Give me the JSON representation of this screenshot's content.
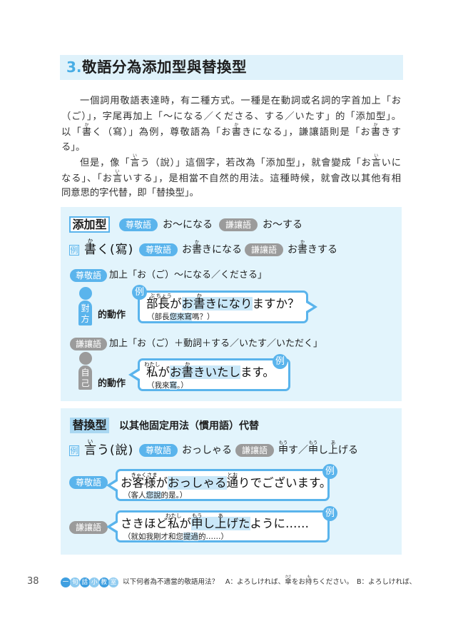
{
  "theme": {
    "accent": "#5ab4ec",
    "gray": "#9b9b9b",
    "panel": "#e2f4fc",
    "header": "#dff2fb",
    "highlight": "#c9e7f8",
    "tag": "#a9d7f1",
    "dark-circle": "#3f9fe0",
    "light-circle": "#8fcbf0",
    "number": "#48ade5"
  },
  "section": {
    "number": "3.",
    "title": "敬語分為添加型與替換型"
  },
  "intro": {
    "paragraphs": [
      [
        [
          "一個詞用敬語表達時，有二種方式。一種是在動詞或名詞的字首加上「お"
        ],
        [
          "（ご）」，字尾再加上「～になる／くださる、する／いたす」的「添加型」。"
        ],
        [
          "以「",
          {
            "t": "書",
            "r": "か"
          },
          "く（寫）」為例，尊敬語為「お",
          {
            "t": "書",
            "r": "か"
          },
          "きになる」，謙讓語則是「お",
          {
            "t": "書",
            "r": "か"
          },
          "きす"
        ],
        [
          "る」。"
        ]
      ],
      [
        [
          "但是，像「",
          {
            "t": "言",
            "r": "い"
          },
          "う（說）」這個字，若改為「添加型」，就會變成「お",
          {
            "t": "言",
            "r": "い"
          },
          "いに"
        ],
        [
          "なる」、「お",
          {
            "t": "言",
            "r": "い"
          },
          "いする」，是相當不自然的用法。這種時候，就會改以其他有相"
        ],
        [
          "同意思的字代替，即「替換型」。"
        ]
      ]
    ]
  },
  "additive": {
    "type_label": "添加型",
    "pattern": {
      "honorific_badge": "尊敬語",
      "honorific_form": "お～になる",
      "humble_badge": "謙讓語",
      "humble_form": "お～する"
    },
    "example": {
      "marker": "例",
      "word": [
        {
          "t": "書",
          "r": "か"
        },
        "く(寫)"
      ],
      "honorific_badge": "尊敬語",
      "honorific_form": [
        "お",
        {
          "t": "書",
          "r": "か"
        },
        "きになる"
      ],
      "humble_badge": "謙讓語",
      "humble_form": [
        "お",
        {
          "t": "書",
          "r": "か"
        },
        "きする"
      ]
    },
    "honorific": {
      "badge": "尊敬語",
      "rule": "加上「お（ご）～になる／くださる」",
      "person_label": "對方",
      "action_label": "的動作",
      "example_marker": "例",
      "sentence": [
        {
          "t": "部",
          "r": "ぶ"
        },
        {
          "t": "長",
          "r": "ちょう"
        },
        "が",
        {
          "t": "お",
          "hl": true
        },
        {
          "t": "書",
          "r": "か",
          "hl": true
        },
        {
          "t": "きになり",
          "hl": true
        },
        "ますか？"
      ],
      "translation": [
        "（部長",
        {
          "t": "您來寫",
          "hl": true
        },
        "嗎？）"
      ]
    },
    "humble": {
      "badge": "謙讓語",
      "rule": "加上「お（ご）＋動詞＋する／いたす／いただく」",
      "person_label": "自己",
      "action_label": "的動作",
      "example_marker": "例",
      "sentence": [
        {
          "t": "私",
          "r": "わたし"
        },
        "が",
        {
          "t": "お",
          "hl": true
        },
        {
          "t": "書",
          "r": "か",
          "hl": true
        },
        {
          "t": "きいたし",
          "hl": true
        },
        "ます。"
      ],
      "translation": [
        "（我來",
        {
          "t": "寫",
          "hl": true
        },
        "。）"
      ]
    }
  },
  "replacement": {
    "type_label": "替換型",
    "description": "以其他固定用法（慣用語）代替",
    "example": {
      "marker": "例",
      "word": [
        {
          "t": "言",
          "r": "い"
        },
        "う(說)"
      ],
      "honorific_badge": "尊敬語",
      "honorific_form": "おっしゃる",
      "humble_badge": "謙讓語",
      "humble_form": [
        {
          "t": "申",
          "r": "もう"
        },
        "す／",
        {
          "t": "申",
          "r": "もう"
        },
        "し",
        {
          "t": "上",
          "r": "あ"
        },
        "げる"
      ]
    },
    "examples": [
      {
        "badge": "尊敬語",
        "marker": "例",
        "sentence": [
          "お",
          {
            "t": "客様",
            "r": "きゃくさま"
          },
          "が",
          {
            "t": "おっしゃる",
            "hl": true
          },
          {
            "t": "通",
            "r": "とお"
          },
          "りでございます。"
        ],
        "translation": [
          "（客人",
          {
            "t": "您說",
            "hl": true
          },
          "的是。）"
        ]
      },
      {
        "badge": "謙讓語",
        "marker": "例",
        "sentence": [
          "さきほど",
          {
            "t": "私",
            "r": "わたし"
          },
          "が",
          {
            "t": "申",
            "r": "もう",
            "hl": true
          },
          {
            "t": "し",
            "hl": true
          },
          {
            "t": "上",
            "r": "あ",
            "hl": true
          },
          {
            "t": "げた",
            "hl": true
          },
          "ように……"
        ],
        "translation": [
          "（就如我剛才和您",
          {
            "t": "提過",
            "hl": true
          },
          "的……）"
        ]
      }
    ]
  },
  "footer": {
    "page_number": "38",
    "series_chars": [
      "一",
      "句",
      "話",
      "小",
      "教",
      "室"
    ],
    "quiz": [
      "以下何者為不適當的敬語用法？　A：よろしければ、",
      {
        "t": "傘",
        "r": "かさ"
      },
      "をお",
      {
        "t": "持",
        "r": "も"
      },
      "ちください。　B：よろしければ、"
    ]
  }
}
